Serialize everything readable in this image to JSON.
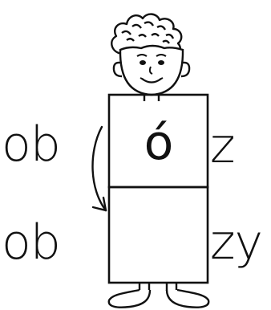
{
  "exercise": {
    "top_row": {
      "prefix": "ob",
      "vowel": "ó",
      "suffix": "z"
    },
    "bottom_row": {
      "prefix": "ob",
      "vowel": "",
      "suffix": "zy"
    }
  },
  "colors": {
    "ink": "#111111",
    "background": "#ffffff"
  },
  "icons": {
    "figure": "boy-figure-icon",
    "arrow": "curved-arrow-icon"
  }
}
